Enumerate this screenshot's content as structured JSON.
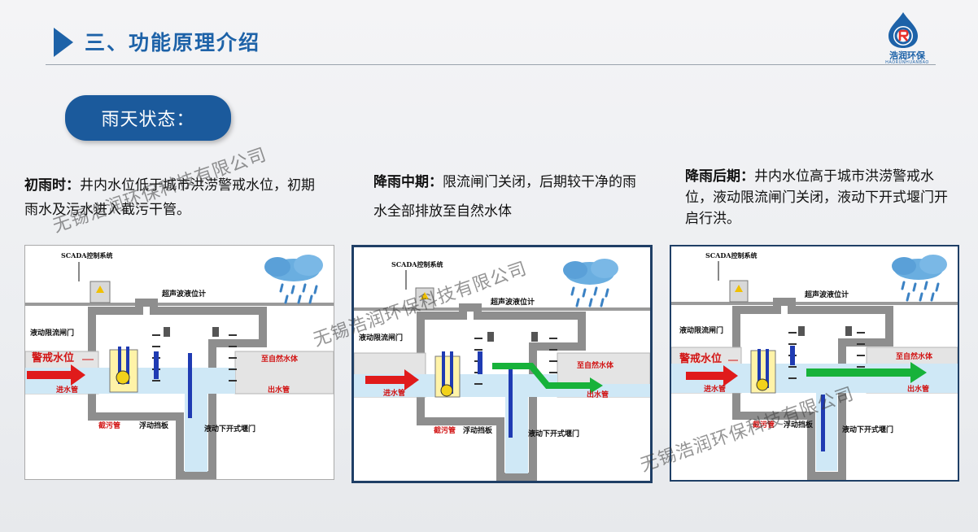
{
  "header": {
    "title": "三、功能原理介绍"
  },
  "logo": {
    "name_cn": "浩润环保",
    "name_en": "HAORUNHUANBAO",
    "brand_color": "#1d62a8"
  },
  "status_pill": {
    "label": "雨天状态："
  },
  "watermark": {
    "text": "无锡浩润环保科技有限公司"
  },
  "stages": [
    {
      "title": "初雨时",
      "separator": "：",
      "text": "井内水位低于城市洪涝警戒水位，初期雨水及污水进入截污干管。",
      "diagram": {
        "scada": "SCADA控制系统",
        "sensor": "超声波液位计",
        "gate_left": "液动限流闸门",
        "warning": "警戒水位",
        "inlet": "进水管",
        "to_nature": "至自然水体",
        "outlet": "出水管",
        "sewer": "截污管",
        "float": "浮动挡板",
        "weir": "液动下开式堰门"
      }
    },
    {
      "title": "降雨中期",
      "separator": "：",
      "text": "限流闸门关闭，后期较干净的雨水全部排放至自然水体",
      "diagram": {
        "scada": "SCADA控制系统",
        "sensor": "超声波液位计",
        "gate_left": "液动限流闸门",
        "inlet": "进水管",
        "to_nature": "至自然水体",
        "outlet": "出水管",
        "sewer": "截污管",
        "float": "浮动挡板",
        "weir": "液动下开式堰门"
      }
    },
    {
      "title": "降雨后期",
      "separator": "：",
      "text": "井内水位高于城市洪涝警戒水位，液动限流闸门关闭，液动下开式堰门开启行洪。",
      "diagram": {
        "scada": "SCADA控制系统",
        "sensor": "超声波液位计",
        "gate_left": "液动限流闸门",
        "warning": "警戒水位",
        "inlet": "进水管",
        "to_nature": "至自然水体",
        "outlet": "出水管",
        "sewer": "截污管",
        "float": "浮动挡板",
        "weir": "液动下开式堰门"
      }
    }
  ],
  "colors": {
    "accent": "#1d62a8",
    "pill": "#1b5a9c",
    "inflow_arrow": "#e01b1b",
    "outflow_arrow": "#17b23a",
    "water": "#cfe8f6",
    "gate_blue": "#1f3bb3",
    "label_red": "#d21515"
  }
}
